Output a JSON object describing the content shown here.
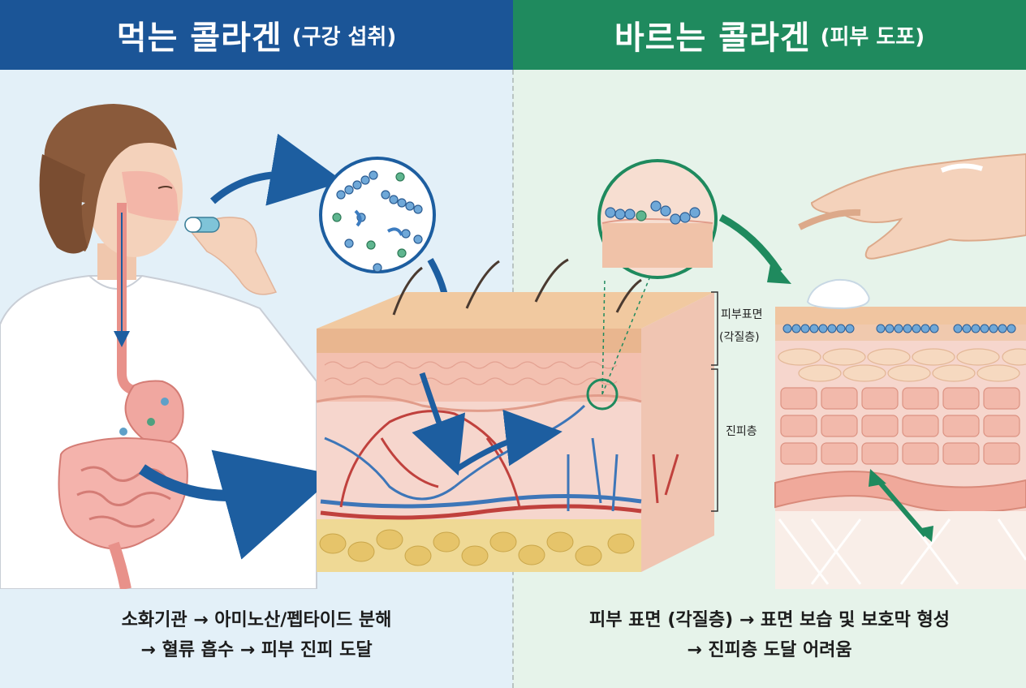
{
  "left": {
    "title": "먹는 콜라겐",
    "subtitle": "(구강 섭취)",
    "caption_line1": "소화기관 → 아미노산/펩타이드 분해",
    "caption_line2": "→ 혈류 흡수 → 피부 진피 도달"
  },
  "right": {
    "title": "바르는 콜라겐",
    "subtitle": "(피부 도포)",
    "caption_line1": "피부 표면 (각질층) → 표면 보습 및 보호막 형성",
    "caption_line2": "→ 진피층 도달 어려움"
  },
  "skin_labels": {
    "surface": "피부표면",
    "stratum_corneum": "(각질층)",
    "dermis": "진피층"
  },
  "colors": {
    "left_header": "#1b5597",
    "right_header": "#1f8a5e",
    "left_bg": "#e3f0f8",
    "right_bg": "#e6f3ea",
    "arrow_blue": "#1d5ea0",
    "arrow_green": "#1f8a5e"
  }
}
